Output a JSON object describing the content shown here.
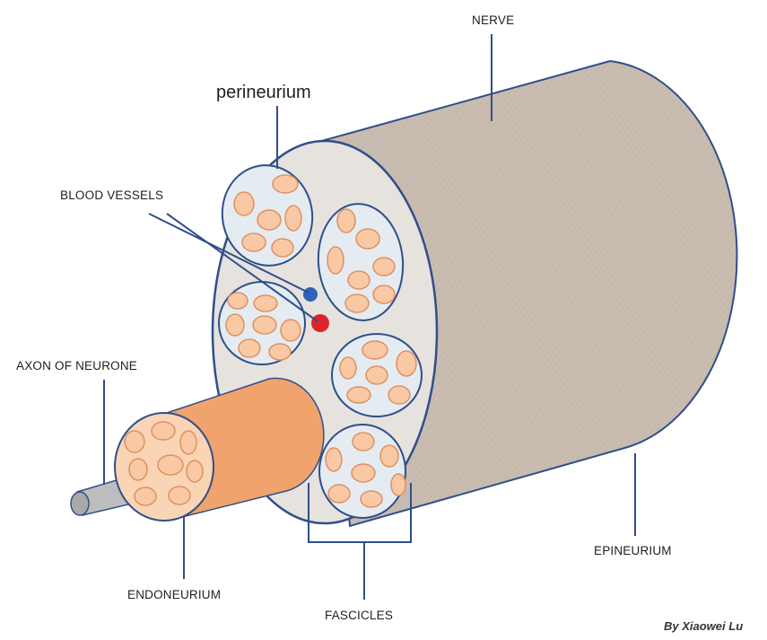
{
  "labels": {
    "nerve": "NERVE",
    "perineurium": "perineurium",
    "blood_vessels": "BLOOD VESSELS",
    "axon": "AXON OF NEURONE",
    "endoneurium": "ENDONEURIUM",
    "fascicles": "FASCICLES",
    "epineurium": "EPINEURIUM",
    "credit": "By Xiaowei Lu"
  },
  "colors": {
    "nerve_body": "#c9bcb0",
    "nerve_face": "#e6e2de",
    "outline": "#2f4f8a",
    "fascicle_fill": "#e4ecf2",
    "cell_fill": "#f8c9a4",
    "cell_stroke": "#e09060",
    "axon_sheath": "#f0a36c",
    "axon_face": "#f9d5b6",
    "axon_core": "#bdbdbd",
    "vessel_blue": "#2f62b8",
    "vessel_red": "#d9252a"
  }
}
